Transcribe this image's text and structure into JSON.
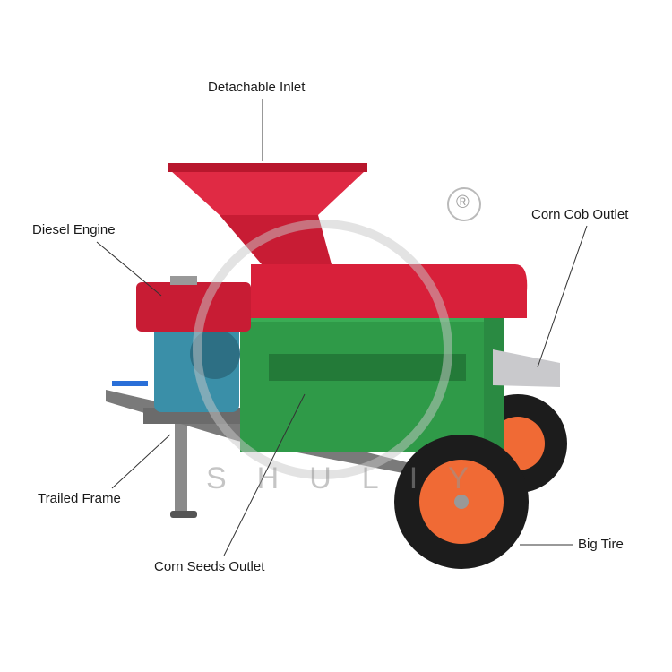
{
  "labels": {
    "detachable_inlet": "Detachable Inlet",
    "diesel_engine": "Diesel Engine",
    "corn_cob_outlet": "Corn Cob Outlet",
    "trailed_frame": "Trailed Frame",
    "corn_seeds_outlet": "Corn Seeds Outlet",
    "big_tire": "Big Tire"
  },
  "watermark": {
    "text": "SHULIY",
    "registered_mark": "®"
  },
  "colors": {
    "hopper_red": "#d8203a",
    "body_green": "#2f9a48",
    "engine_blue": "#3a8fa8",
    "hub_orange": "#f06a35",
    "tire_black": "#1c1c1c"
  }
}
